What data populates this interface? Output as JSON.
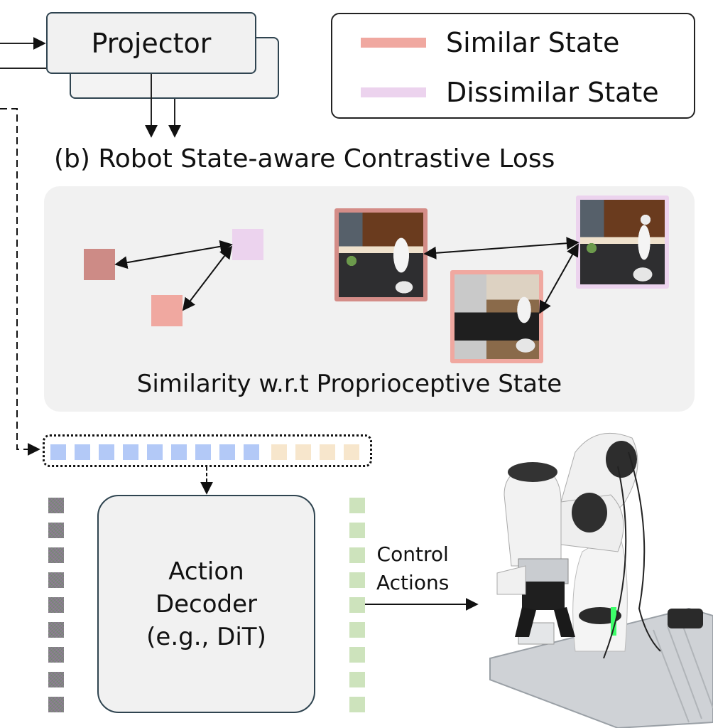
{
  "projector": {
    "label": "Projector"
  },
  "legend": {
    "items": [
      {
        "label": "Similar State",
        "color": "#f0a8a0"
      },
      {
        "label": "Dissimilar State",
        "color": "#ecd3ee"
      }
    ]
  },
  "section": {
    "title": "(b) Robot State-aware Contrastive Loss"
  },
  "panel": {
    "caption": "Similarity w.r.t Proprioceptive State",
    "embeddings": [
      {
        "kind": "similar-dark",
        "color": "#cd8b86"
      },
      {
        "kind": "dissimilar",
        "color": "#ecd3ee"
      },
      {
        "kind": "similar",
        "color": "#f0a8a0"
      }
    ],
    "thumbnails": [
      {
        "kind": "similar-dark",
        "border": "#d48d88"
      },
      {
        "kind": "similar",
        "border": "#f0a8a0"
      },
      {
        "kind": "dissimilar",
        "border": "#ecd3ee"
      }
    ]
  },
  "tokens": {
    "vision_lang_count": 9,
    "vision_lang_color": "#b3c9f7",
    "state_count": 4,
    "state_color": "#f7e6cc"
  },
  "decoder": {
    "line1": "Action",
    "line2": "Decoder",
    "line3": "(e.g., DiT)"
  },
  "noise_tokens": {
    "count": 9
  },
  "action_tokens": {
    "count": 9,
    "color": "#cde3bc"
  },
  "control": {
    "line1": "Control",
    "line2": "Actions"
  },
  "colors": {
    "box_border": "#2f4450",
    "box_fill": "#f1f1f1",
    "panel_fill": "#f1f1f1"
  }
}
